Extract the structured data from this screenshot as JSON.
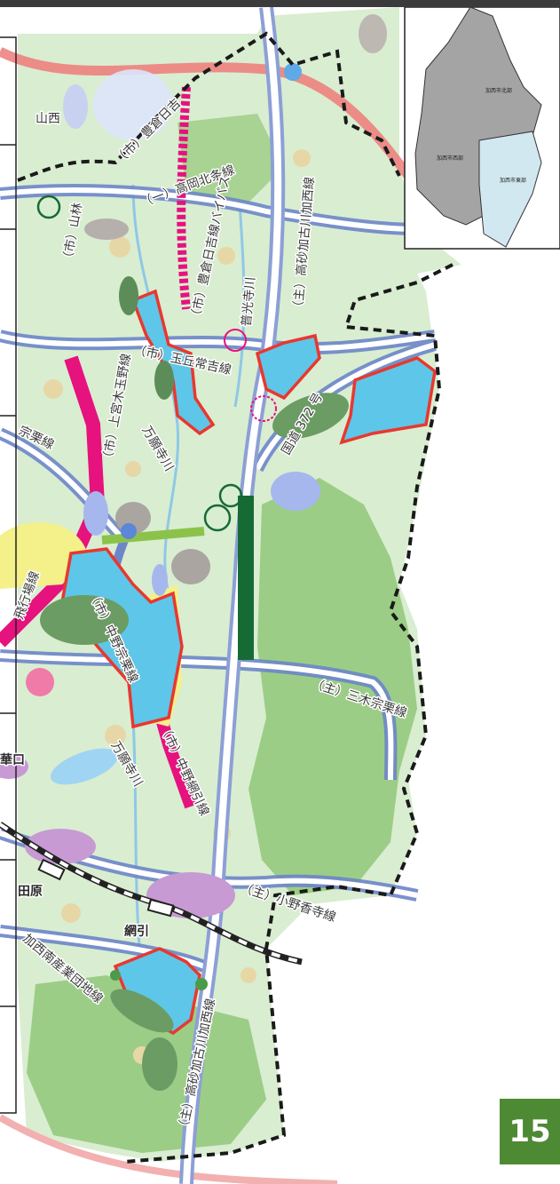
{
  "page_number": "15",
  "labels": {
    "takaoka_hojo": "（一）高岡北条線",
    "yamabayashi": "（市）山林",
    "toyokurahiyoshi_bypass": "（市）豊倉日吉線バイパス",
    "kakogawa_kasai_north": "（主）高砂加古川加西線",
    "fukushoji": "普光寺川",
    "tamaoka_tsuneyoshi": "（市）玉丘常吉線",
    "kamimiyaki_tamano": "（市）上宮木玉野線",
    "route372": "国道 372 号",
    "mangan_river": "万願寺川",
    "miki_sojiki_east": "（主）三木宗栗線",
    "sojiki_west": "宗栗線",
    "hiraten": "飛行場線",
    "nakano_sojiki": "（市）中野宗栗線",
    "mangan_river_2": "万願寺川",
    "nakano_tsunabiki": "（市）中野網引線",
    "kuchi": "華口",
    "tahara": "田原",
    "ono_kodera": "（主）小野香寺線",
    "tsunabiki": "網引",
    "kasai_south_industrial": "加西南産業団地線",
    "kakogawa_kasai_south": "（主）高砂加古川加西線",
    "north_edge": "山西",
    "toyokura_top": "（市）豊倉日吉"
  },
  "inset": {
    "region_north": "加西市北部",
    "region_west": "加西市西部",
    "region_east": "加西市東部"
  },
  "colors": {
    "green_area": "#d6eccb",
    "forest": "#8fc47a",
    "road_blue": "#5b7fc0",
    "road_pink": "#e6127e",
    "road_red": "#e96a6a",
    "industrial_red": "#e8382f",
    "industrial_fill": "#5ec6e8",
    "badge": "#4e8a34"
  },
  "icons": [
    "station-icon",
    "interchange-icon",
    "railway-icon"
  ]
}
